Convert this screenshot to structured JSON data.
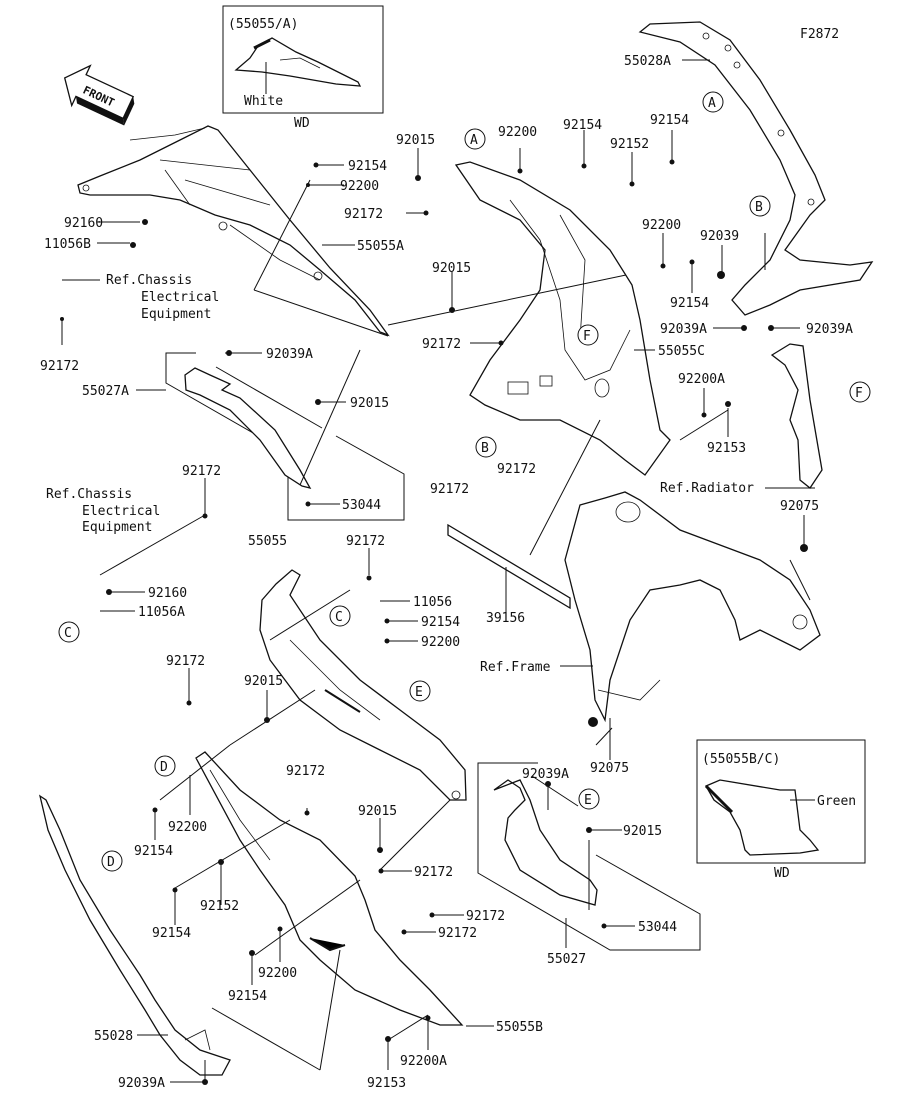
{
  "figure_code": "F2872",
  "front_arrow": "FRONT",
  "inset_top": {
    "title": "(55055/A)",
    "color_note": "White",
    "caption": "WD"
  },
  "inset_bottom": {
    "title": "(55055B/C)",
    "color_note": "Green",
    "caption": "WD"
  },
  "refs": {
    "chassis_1": [
      "Ref.Chassis",
      "Electrical",
      "Equipment"
    ],
    "chassis_2": [
      "Ref.Chassis",
      "Electrical",
      "Equipment"
    ],
    "radiator": "Ref.Radiator",
    "frame": "Ref.Frame"
  },
  "callouts": [
    "A",
    "A",
    "B",
    "B",
    "C",
    "C",
    "D",
    "D",
    "E",
    "E",
    "F",
    "F"
  ],
  "labels": [
    {
      "id": "l1",
      "text": "92154"
    },
    {
      "id": "l2",
      "text": "92200"
    },
    {
      "id": "l3",
      "text": "55055A"
    },
    {
      "id": "l4",
      "text": "92160"
    },
    {
      "id": "l5",
      "text": "11056B"
    },
    {
      "id": "l6",
      "text": "92172"
    },
    {
      "id": "l7",
      "text": "92015"
    },
    {
      "id": "l8",
      "text": "92172"
    },
    {
      "id": "l9",
      "text": "92200"
    },
    {
      "id": "l10",
      "text": "92154"
    },
    {
      "id": "l11",
      "text": "92152"
    },
    {
      "id": "l12",
      "text": "92154"
    },
    {
      "id": "l13",
      "text": "55028A"
    },
    {
      "id": "l14",
      "text": "92015"
    },
    {
      "id": "l15",
      "text": "92172"
    },
    {
      "id": "l16",
      "text": "92200"
    },
    {
      "id": "l17",
      "text": "92154"
    },
    {
      "id": "l18",
      "text": "92039"
    },
    {
      "id": "l19",
      "text": "92039A"
    },
    {
      "id": "l20",
      "text": "92039A"
    },
    {
      "id": "l21",
      "text": "55055C"
    },
    {
      "id": "l22",
      "text": "92039A"
    },
    {
      "id": "l23",
      "text": "55027A"
    },
    {
      "id": "l24",
      "text": "92015"
    },
    {
      "id": "l25",
      "text": "53044"
    },
    {
      "id": "l26",
      "text": "92200A"
    },
    {
      "id": "l27",
      "text": "92153"
    },
    {
      "id": "l28",
      "text": "92172"
    },
    {
      "id": "l29",
      "text": "92172"
    },
    {
      "id": "l30",
      "text": "92075"
    },
    {
      "id": "l31",
      "text": "92172"
    },
    {
      "id": "l32",
      "text": "92160"
    },
    {
      "id": "l33",
      "text": "11056A"
    },
    {
      "id": "l34",
      "text": "55055"
    },
    {
      "id": "l35",
      "text": "92172"
    },
    {
      "id": "l36",
      "text": "11056"
    },
    {
      "id": "l37",
      "text": "92154"
    },
    {
      "id": "l38",
      "text": "92200"
    },
    {
      "id": "l39",
      "text": "39156"
    },
    {
      "id": "l40",
      "text": "92172"
    },
    {
      "id": "l41",
      "text": "92015"
    },
    {
      "id": "l42",
      "text": "92039A"
    },
    {
      "id": "l43",
      "text": "92075"
    },
    {
      "id": "l44",
      "text": "92015"
    },
    {
      "id": "l45",
      "text": "53044"
    },
    {
      "id": "l46",
      "text": "55027"
    },
    {
      "id": "l47",
      "text": "92172"
    },
    {
      "id": "l48",
      "text": "92200"
    },
    {
      "id": "l49",
      "text": "92154"
    },
    {
      "id": "l50",
      "text": "92015"
    },
    {
      "id": "l51",
      "text": "92172"
    },
    {
      "id": "l52",
      "text": "92152"
    },
    {
      "id": "l53",
      "text": "92154"
    },
    {
      "id": "l54",
      "text": "92172"
    },
    {
      "id": "l55",
      "text": "92172"
    },
    {
      "id": "l56",
      "text": "92200"
    },
    {
      "id": "l57",
      "text": "92154"
    },
    {
      "id": "l58",
      "text": "55028"
    },
    {
      "id": "l59",
      "text": "92039A"
    },
    {
      "id": "l60",
      "text": "55055B"
    },
    {
      "id": "l61",
      "text": "92200A"
    },
    {
      "id": "l62",
      "text": "92153"
    }
  ]
}
